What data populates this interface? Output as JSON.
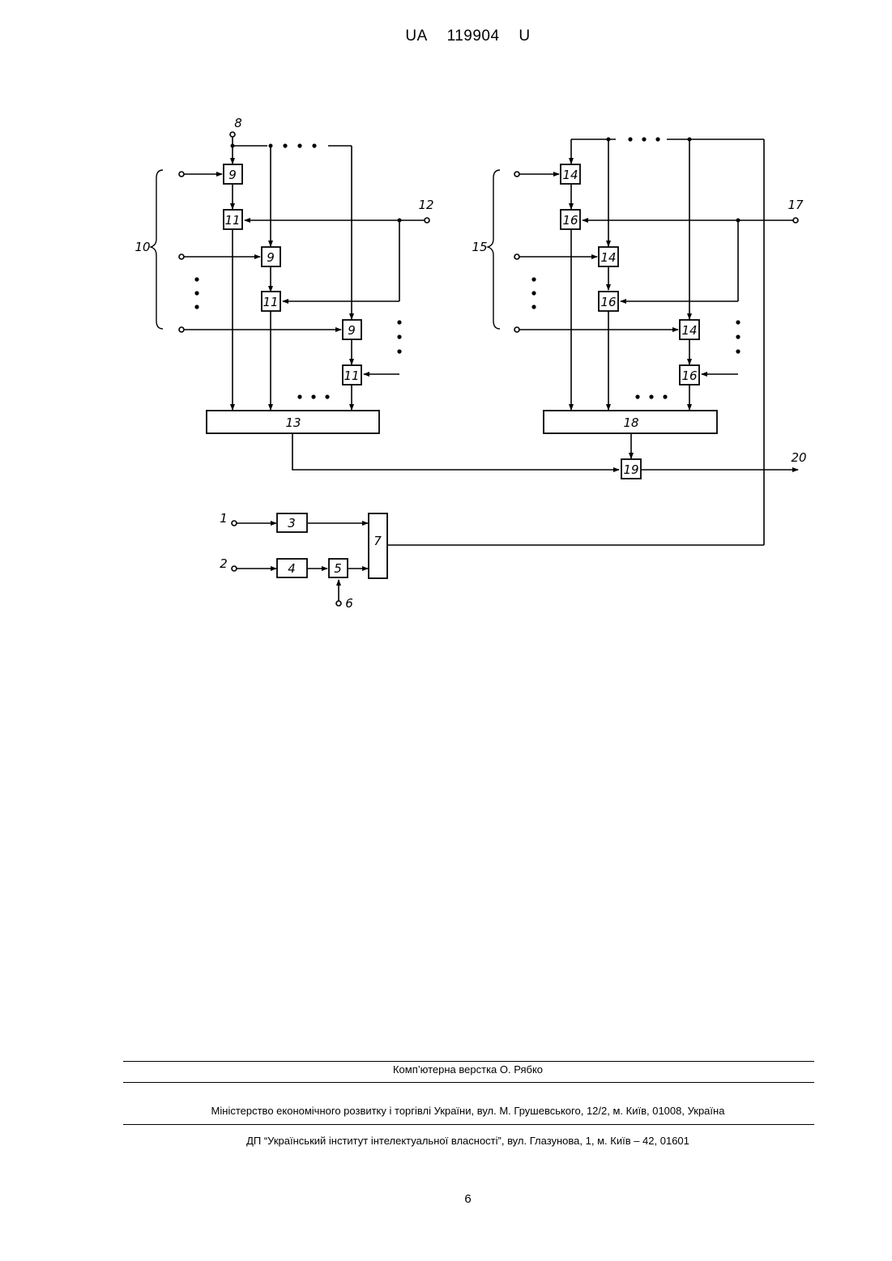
{
  "header": {
    "country": "UA",
    "number": "119904",
    "kind": "U"
  },
  "diagram": {
    "labels": {
      "n1": "1",
      "n2": "2",
      "n3": "3",
      "n4": "4",
      "n5": "5",
      "n6": "6",
      "n7": "7",
      "n8": "8",
      "n9": "9",
      "n10": "10",
      "n11": "11",
      "n12": "12",
      "n13": "13",
      "n14": "14",
      "n15": "15",
      "n16": "16",
      "n17": "17",
      "n18": "18",
      "n19": "19",
      "n20": "20"
    }
  },
  "footer": {
    "layout": "Комп’ютерна верстка О. Рябко",
    "ministry": "Міністерство економічного розвитку і торгівлі України, вул. М. Грушевського, 12/2, м. Київ, 01008, Україна",
    "institute": "ДП “Український інститут інтелектуальної власності”, вул. Глазунова, 1, м. Київ – 42, 01601",
    "page_number": "6"
  }
}
